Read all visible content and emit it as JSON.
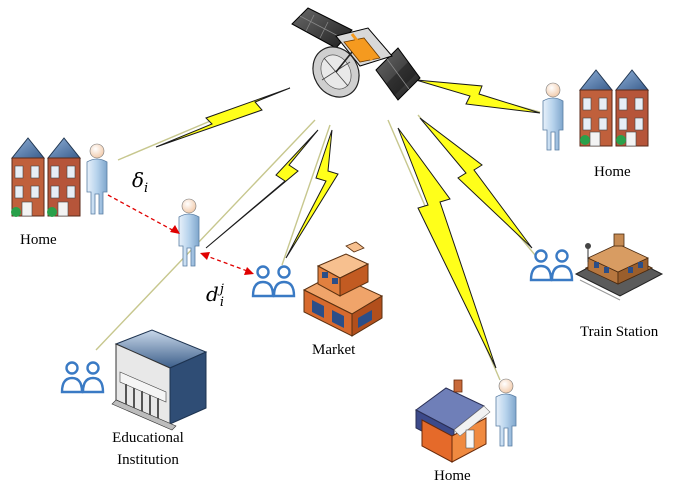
{
  "labels": {
    "home_left": "Home",
    "home_right": "Home",
    "home_bottom": "Home",
    "market": "Market",
    "train_station": "Train Station",
    "edu_line1": "Educational",
    "edu_line2": "Institution"
  },
  "math": {
    "delta_base": "δ",
    "delta_sub": "i",
    "d_base": "d",
    "d_sub": "i",
    "d_sup": "j"
  },
  "colors": {
    "link_fill": "#ffff1a",
    "link_stroke": "#1a1a1a",
    "gateway_line": "#c9c9a0",
    "distance_arrow": "#e00000",
    "person_body": "#b8d4ec",
    "group_icon": "#3a7ac4"
  }
}
